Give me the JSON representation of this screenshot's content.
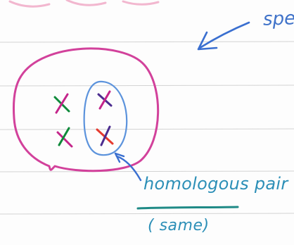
{
  "annotations": {
    "top_right_text": "spe",
    "pair_label": "homologous pair",
    "pair_note": "( same)"
  },
  "colors": {
    "paper": "#fdfdfd",
    "rule_lines": "#d3d3d3",
    "cell_outline": "#d2419b",
    "pair_outline": "#5c93dc",
    "arrow": "#3a6fd0",
    "label_text": "#2c8fb7",
    "underline": "#1f8a86",
    "chromosome_green": "#0e8a3a",
    "chromosome_purple": "#4b2c8f",
    "chromosome_magenta": "#c4258a",
    "chromosome_red": "#e63b2f"
  },
  "icons": [
    "ruled-paper",
    "cell-circle",
    "chromosome-x",
    "homologous-pair-loop",
    "pointer-arrow"
  ]
}
